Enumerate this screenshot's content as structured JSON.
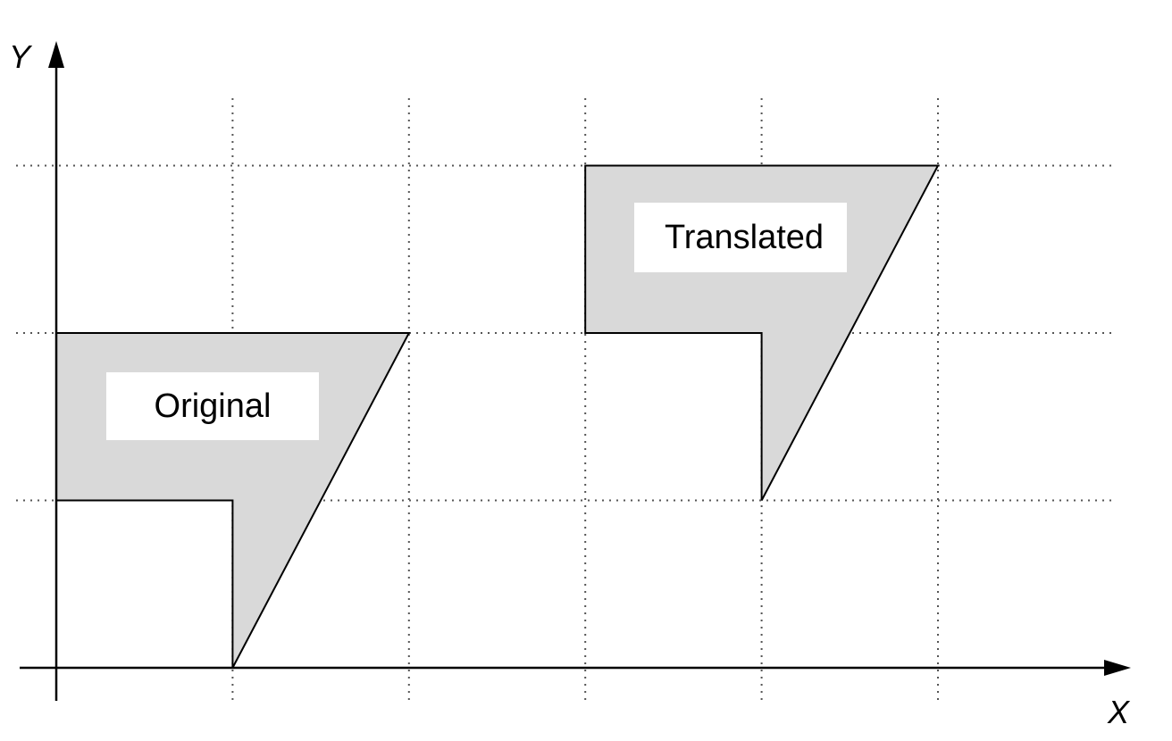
{
  "axes": {
    "x_label": "X",
    "y_label": "Y"
  },
  "shapes": [
    {
      "name": "original",
      "label": "Original",
      "fill": "#d9d9d9",
      "vertices": [
        [
          0,
          2
        ],
        [
          2,
          2
        ],
        [
          1,
          0
        ],
        [
          1,
          1
        ],
        [
          0,
          1
        ]
      ]
    },
    {
      "name": "translated",
      "label": "Translated",
      "fill": "#d9d9d9",
      "vertices": [
        [
          3,
          3
        ],
        [
          5,
          3
        ],
        [
          4,
          1
        ],
        [
          4,
          2
        ],
        [
          3,
          2
        ]
      ]
    }
  ],
  "grid": {
    "x_lines": [
      1,
      2,
      3,
      4,
      5
    ],
    "y_lines": [
      1,
      2,
      3
    ]
  },
  "colors": {
    "shape_fill": "#d9d9d9",
    "stroke": "#000000",
    "grid": "#555555"
  }
}
